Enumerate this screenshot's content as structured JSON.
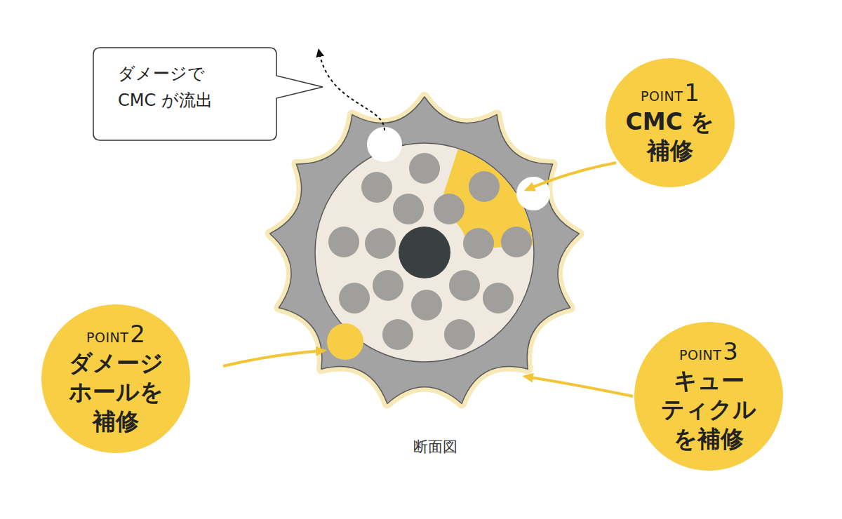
{
  "diagram": {
    "caption": "断面図",
    "nodes": [
      {
        "text": [
          "ダメージで CMC が流出"
        ]
      },
      {
        "text": [
          "POINT",
          "1",
          "CMC を 補修"
        ]
      },
      {
        "text": [
          "POINT",
          "2",
          "ダメージ ホールを 補修"
        ]
      },
      {
        "text": [
          "POINT",
          "3",
          "キュー ティクル を補修"
        ]
      }
    ]
  }
}
